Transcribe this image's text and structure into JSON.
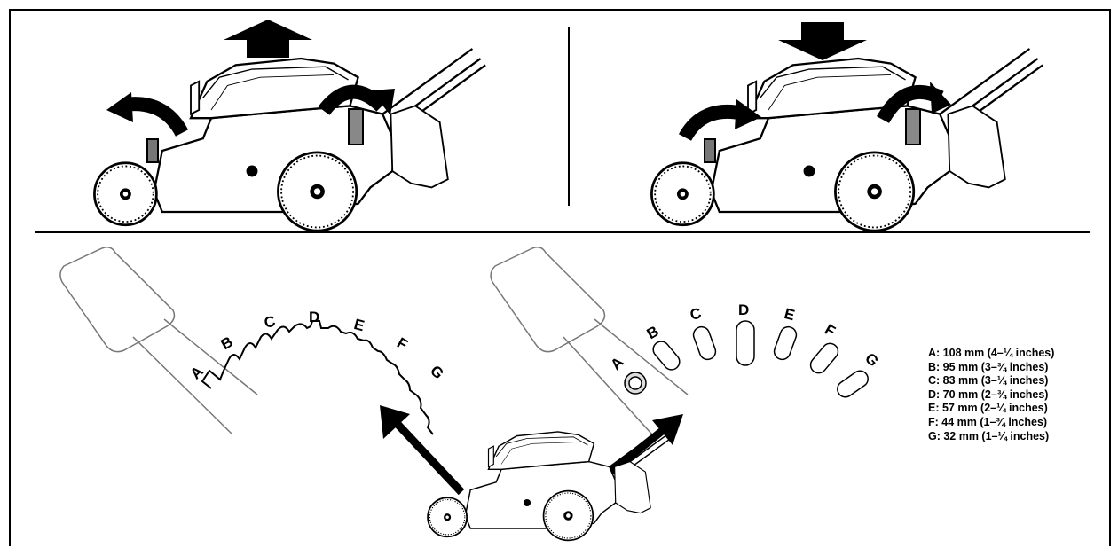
{
  "notch_letters_left": [
    "A",
    "B",
    "C",
    "D",
    "E",
    "F",
    "G"
  ],
  "notch_letters_right": [
    "A",
    "B",
    "C",
    "D",
    "E",
    "F",
    "G"
  ],
  "legend": [
    "A: 108 mm (4–¼ inches)",
    "B: 95 mm (3–¾ inches)",
    "C: 83 mm (3–¼ inches)",
    "D: 70 mm (2–¾ inches)",
    "E: 57 mm (2–¼ inches)",
    "F: 44 mm (1–¾ inches)",
    "G: 32 mm (1–¼ inches)"
  ]
}
